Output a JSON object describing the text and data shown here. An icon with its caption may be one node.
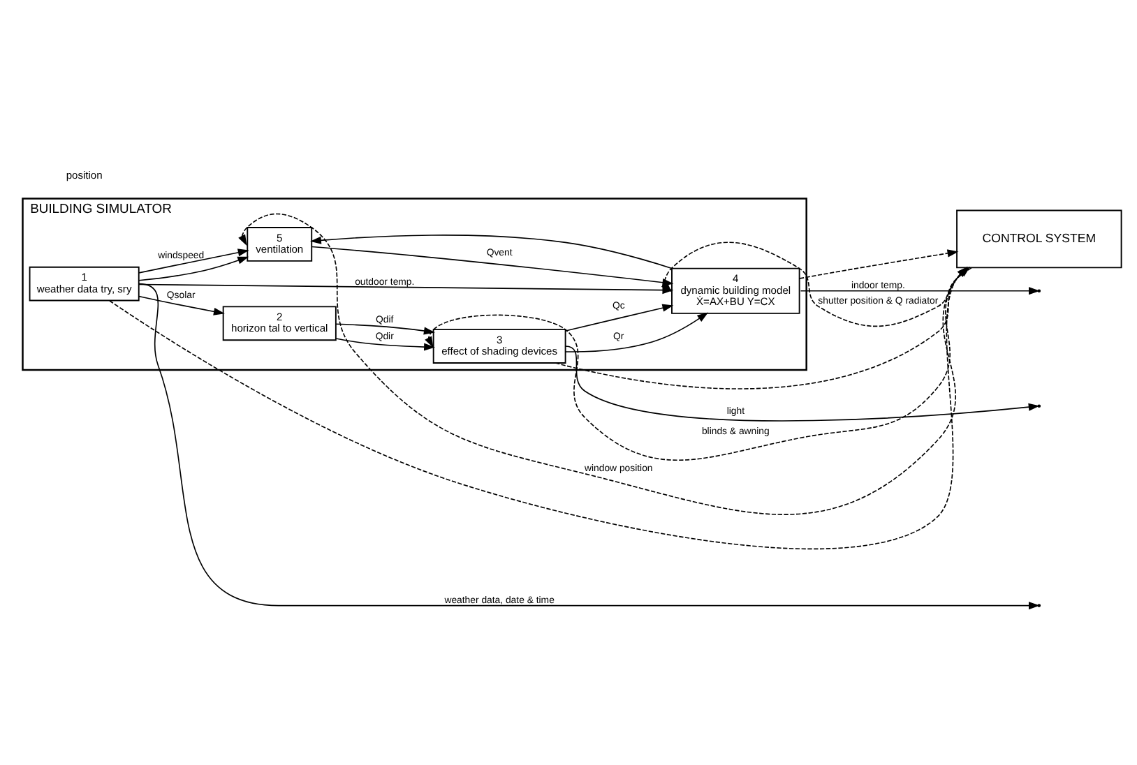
{
  "diagram": {
    "nodes": [
      {
        "text": [
          "BUILDING SIMULATOR"
        ]
      },
      {
        "text": [
          "1",
          "weather data try, sry"
        ],
        "in": 0
      },
      {
        "text": [
          "2",
          "horizon tal to vertical"
        ],
        "in": 0
      },
      {
        "text": [
          "3",
          "effect of shading devices"
        ],
        "in": 0
      },
      {
        "text": [
          "4",
          "dynamic building model",
          "Ẋ=AX+BU Y=CX"
        ],
        "in": 0
      },
      {
        "text": [
          "5",
          "ventilation"
        ],
        "in": 0
      },
      {
        "text": [
          "CONTROL SYSTEM"
        ]
      }
    ],
    "edges": [
      {
        "from": 1,
        "to": null,
        "arrow": "to",
        "label": "weather data, date & time"
      },
      {
        "from": 1,
        "to": 2,
        "arrow": "to",
        "label": "Qsolar"
      },
      {
        "from": 2,
        "to": 3,
        "arrow": "to",
        "label": "Qdir"
      },
      {
        "from": 2,
        "to": 3,
        "arrow": "to",
        "label": "Qdif"
      },
      {
        "from": 3,
        "to": null,
        "arrow": "to",
        "label": "light"
      },
      {
        "from": 3,
        "to": 4,
        "arrow": "to",
        "label": "Qr"
      },
      {
        "from": 3,
        "to": 4,
        "arrow": "to",
        "label": "Qc"
      },
      {
        "from": 1,
        "to": 4,
        "arrow": "to",
        "label": "outdoor temp."
      },
      {
        "from": 1,
        "to": 5,
        "arrow": "to"
      },
      {
        "from": 1,
        "to": 5,
        "arrow": "to",
        "label": "windspeed"
      },
      {
        "from": 5,
        "to": 4,
        "arrow": "to",
        "label": "Qvent"
      },
      {
        "from": 4,
        "to": null,
        "arrow": "to",
        "label": "indoor temp."
      },
      {
        "from": 4,
        "to": 5,
        "arrow": "to"
      },
      {
        "from": 1,
        "to": 6,
        "arrow": "to",
        "style": "dashed"
      },
      {
        "from": 3,
        "to": 6,
        "arrow": "to",
        "style": "dashed"
      },
      {
        "from": 4,
        "to": 6,
        "arrow": "to",
        "style": "dashed"
      },
      {
        "from": 6,
        "to": 3,
        "arrow": "to",
        "style": "dashed",
        "label": "blinds & awning"
      },
      {
        "from": 6,
        "to": 5,
        "arrow": "to",
        "style": "dashed",
        "label": "window position"
      },
      {
        "from": 6,
        "to": 4,
        "arrow": "to",
        "style": "dashed",
        "label": "shutter position & Q radiator"
      }
    ],
    "labels": [
      "position"
    ]
  }
}
